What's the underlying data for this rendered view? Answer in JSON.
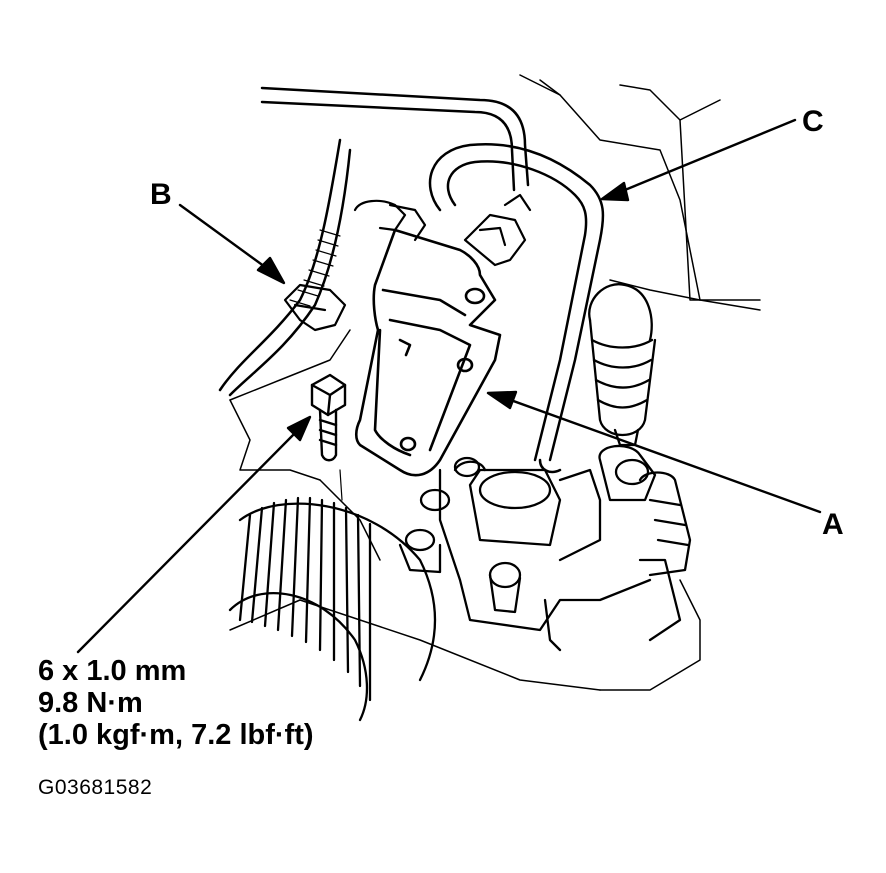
{
  "callouts": {
    "a": "A",
    "b": "B",
    "c": "C"
  },
  "fastener_spec": {
    "size": "6 x 1.0 mm",
    "torque_nm": "9.8 N·m",
    "torque_alt": "(1.0 kgf·m, 7.2 lbf·ft)"
  },
  "figure_id": "G03681582",
  "colors": {
    "line": "#000000",
    "background": "#ffffff"
  }
}
